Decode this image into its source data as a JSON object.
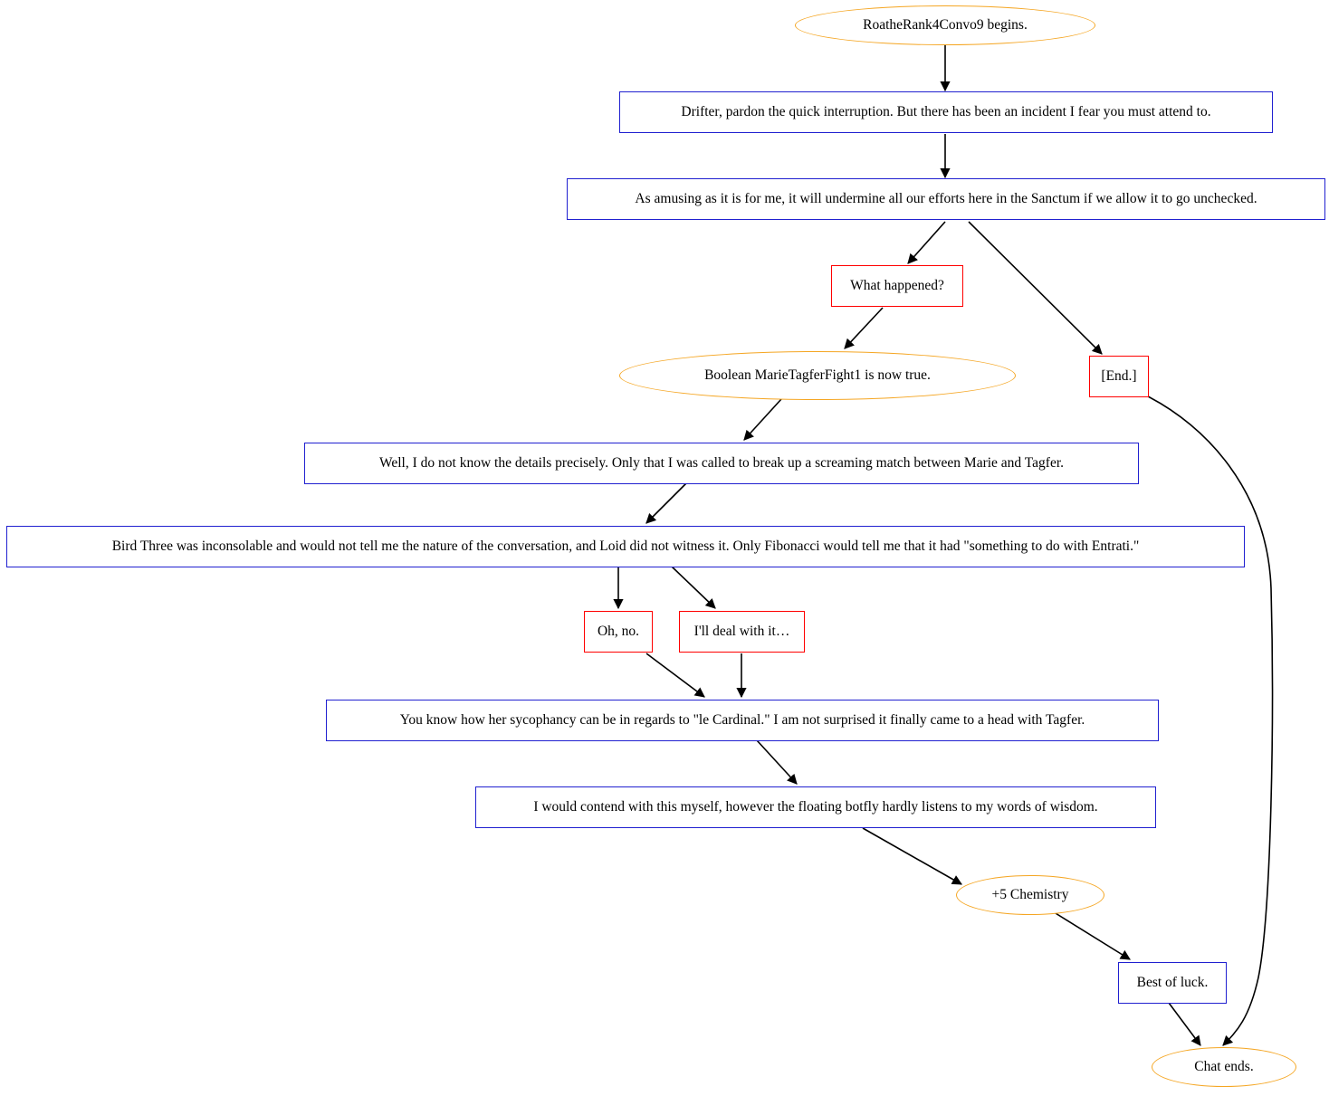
{
  "diagram": {
    "title": "RoatheRank4Convo9 begins.",
    "type": "dialogue-flowchart",
    "colors": {
      "line_node_border": "#2020d0",
      "choice_node_border": "#ff0000",
      "event_node_border": "#f5a623",
      "edge": "#000000",
      "background": "#ffffff",
      "text": "#000000"
    }
  },
  "nodes": {
    "start": {
      "label": "RoatheRank4Convo9 begins.",
      "kind": "event"
    },
    "line1": {
      "label": "Drifter, pardon the quick interruption. But there has been an incident I fear you must attend to.",
      "kind": "line"
    },
    "line2": {
      "label": "As amusing as it is for me, it will undermine all our efforts here in the Sanctum if we allow it to go unchecked.",
      "kind": "line"
    },
    "choice_what_happened": {
      "label": "What happened?",
      "kind": "choice"
    },
    "choice_end": {
      "label": "[End.]",
      "kind": "choice"
    },
    "event_boolean": {
      "label": "Boolean MarieTagferFight1 is now true.",
      "kind": "event"
    },
    "line3": {
      "label": "Well, I do not know the details precisely. Only that I was called to break up a screaming match between Marie and Tagfer.",
      "kind": "line"
    },
    "line4": {
      "label": "Bird Three was inconsolable and would not tell me the nature of the conversation, and Loid did not witness it. Only Fibonacci would tell me that it had \"something to do with Entrati.\"",
      "kind": "line"
    },
    "choice_oh_no": {
      "label": "Oh, no.",
      "kind": "choice"
    },
    "choice_deal_with_it": {
      "label": "I'll deal with it…",
      "kind": "choice"
    },
    "line5": {
      "label": "You know how her sycophancy can be in regards to \"le Cardinal.\" I am not surprised it finally came to a head with Tagfer.",
      "kind": "line"
    },
    "line6": {
      "label": "I would contend with this myself, however the floating botfly hardly listens to my words of wisdom.",
      "kind": "line"
    },
    "event_chemistry": {
      "label": "+5 Chemistry",
      "kind": "event"
    },
    "line7": {
      "label": "Best of luck.",
      "kind": "line"
    },
    "end": {
      "label": "Chat ends.",
      "kind": "event"
    }
  },
  "edges": [
    {
      "from": "start",
      "to": "line1"
    },
    {
      "from": "line1",
      "to": "line2"
    },
    {
      "from": "line2",
      "to": "choice_what_happened"
    },
    {
      "from": "line2",
      "to": "choice_end"
    },
    {
      "from": "choice_what_happened",
      "to": "event_boolean"
    },
    {
      "from": "event_boolean",
      "to": "line3"
    },
    {
      "from": "line3",
      "to": "line4"
    },
    {
      "from": "line4",
      "to": "choice_oh_no"
    },
    {
      "from": "line4",
      "to": "choice_deal_with_it"
    },
    {
      "from": "choice_oh_no",
      "to": "line5"
    },
    {
      "from": "choice_deal_with_it",
      "to": "line5"
    },
    {
      "from": "line5",
      "to": "line6"
    },
    {
      "from": "line6",
      "to": "event_chemistry"
    },
    {
      "from": "event_chemistry",
      "to": "line7"
    },
    {
      "from": "line7",
      "to": "end"
    },
    {
      "from": "choice_end",
      "to": "end"
    }
  ]
}
